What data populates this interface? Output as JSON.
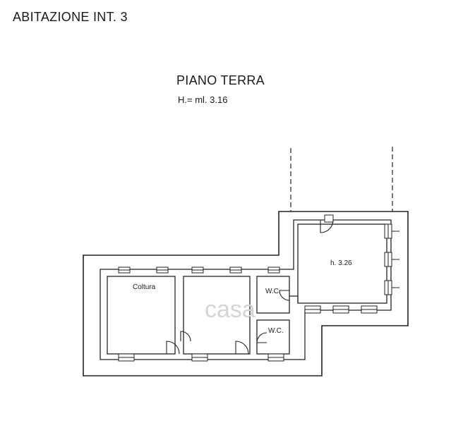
{
  "header": {
    "title": "ABITAZIONE INT. 3"
  },
  "plan": {
    "floor_name": "PIANO TERRA",
    "floor_height": "H.= ml. 3.16"
  },
  "rooms": {
    "coltura": "Coltura",
    "wc_upper": "W.C.",
    "wc_lower": "W.C.",
    "main_room_height": "h. 3.26"
  },
  "watermark": {
    "text": "casa"
  }
}
